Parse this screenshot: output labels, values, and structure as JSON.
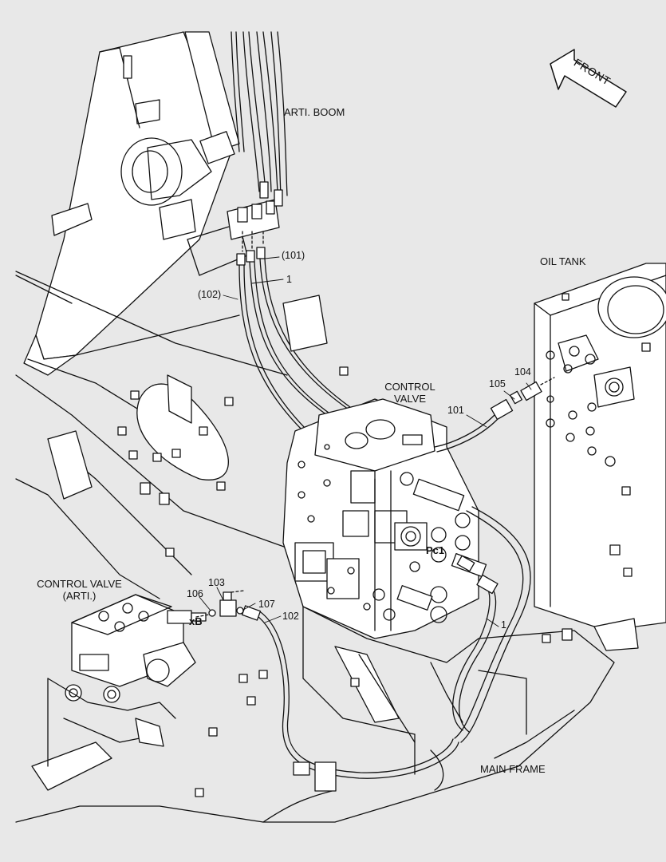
{
  "diagram": {
    "background": "#e8e8e8",
    "line_color": "#111111",
    "fill_color": "#ffffff",
    "direction_arrow": {
      "text": "FRONT",
      "icon": "front-arrow-icon"
    },
    "area_labels": {
      "arti_boom": "ARTI. BOOM",
      "oil_tank": "OIL TANK",
      "control_valve_line1": "CONTROL",
      "control_valve_line2": "VALVE",
      "control_valve_arti_line1": "CONTROL VALVE",
      "control_valve_arti_line2": "(ARTI.)",
      "main_frame": "MAIN FRAME"
    },
    "port_labels": {
      "pc1": "Pc1",
      "xb": "xB"
    },
    "part_numbers": {
      "p101_ref": "(101)",
      "p1_upper": "1",
      "p102_ref": "(102)",
      "p104": "104",
      "p105": "105",
      "p101": "101",
      "p103": "103",
      "p106": "106",
      "p107": "107",
      "p102": "102",
      "p1_lower": "1"
    }
  }
}
